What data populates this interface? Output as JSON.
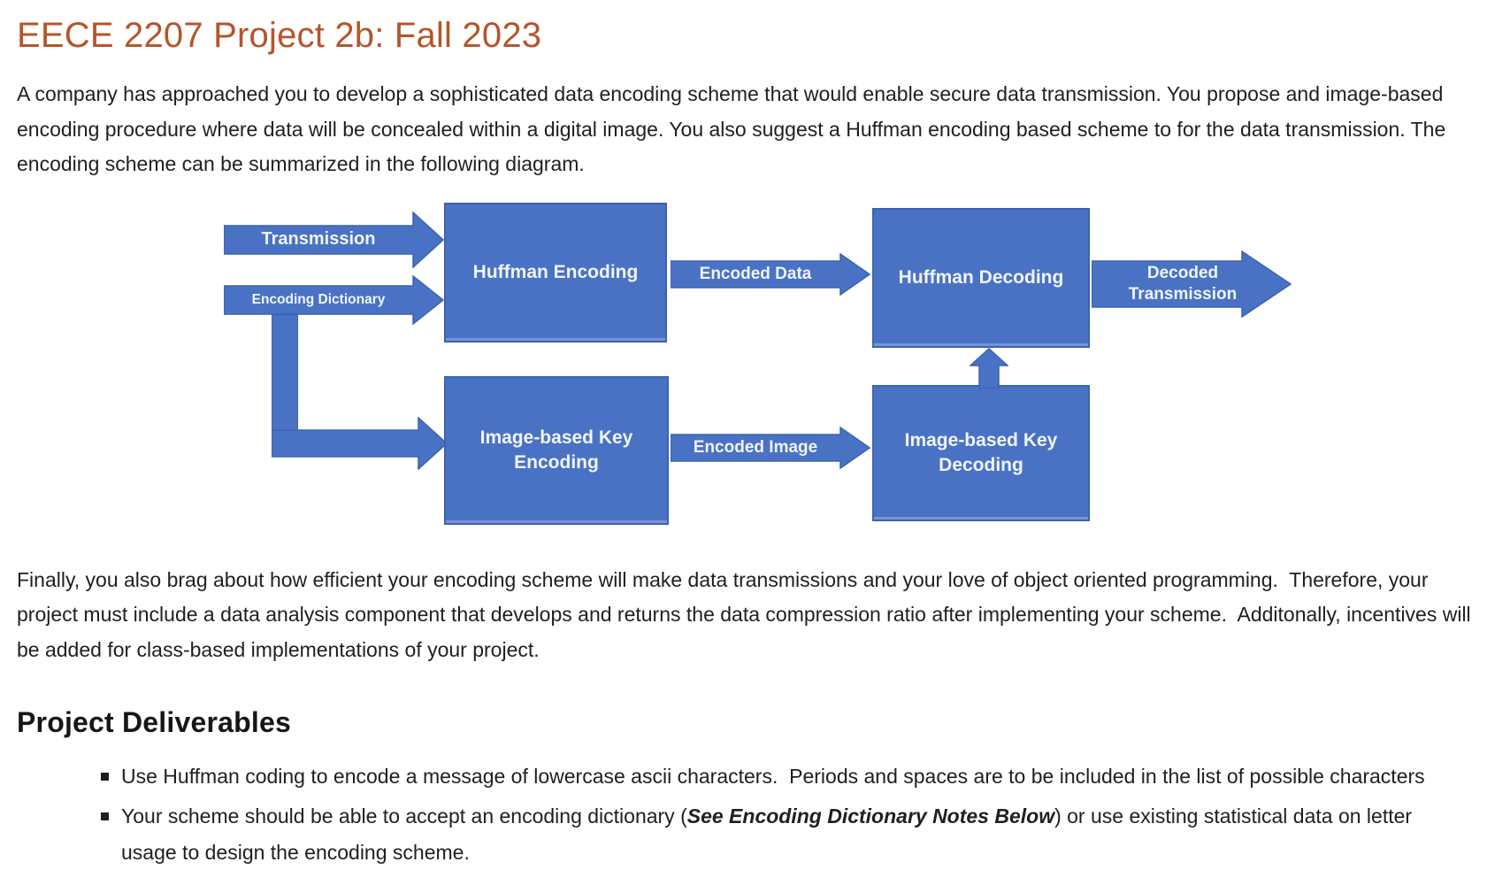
{
  "page": {
    "title": "EECE 2207 Project 2b: Fall 2023",
    "title_color": "#b5552a",
    "intro": "A company has approached you to develop a sophisticated data encoding scheme that would enable secure data transmission. You propose and image-based encoding procedure where data will be concealed within a digital image. You also suggest a Huffman encoding based scheme to for the data transmission. The encoding scheme can be summarized in the following diagram.",
    "closing": "Finally, you also brag about how efficient your encoding scheme will make data transmissions and your love of object oriented programming.  Therefore, your project must include a data analysis component that develops and returns the data compression ratio after implementing your scheme.  Additonally, incentives will be added for class-based implementations of your project.",
    "section_heading": "Project Deliverables"
  },
  "diagram": {
    "boxes": {
      "huffman_encoding": "Huffman Encoding",
      "huffman_decoding": "Huffman Decoding",
      "image_key_encoding": "Image-based Key Encoding",
      "image_key_decoding": "Image-based Key Decoding"
    },
    "arrows": {
      "transmission": "Transmission",
      "encoding_dictionary": "Encoding Dictionary",
      "encoded_data": "Encoded Data",
      "encoded_image": "Encoded Image",
      "decoded_transmission": "Decoded Transmission"
    },
    "colors": {
      "fill": "#4a72c4",
      "border": "#3b63b0",
      "text": "#f0f5fd"
    }
  },
  "deliverables": {
    "items": [
      {
        "pre": "Use Huffman coding to encode a message of lowercase ascii characters.  Periods and spaces are to be included in the list of possible characters",
        "em": "",
        "post": ""
      },
      {
        "pre": "Your scheme should be able to accept an encoding dictionary (",
        "em": "See Encoding Dictionary Notes Below",
        "post": ") or use existing statistical data on letter usage to design the encoding scheme."
      }
    ]
  }
}
